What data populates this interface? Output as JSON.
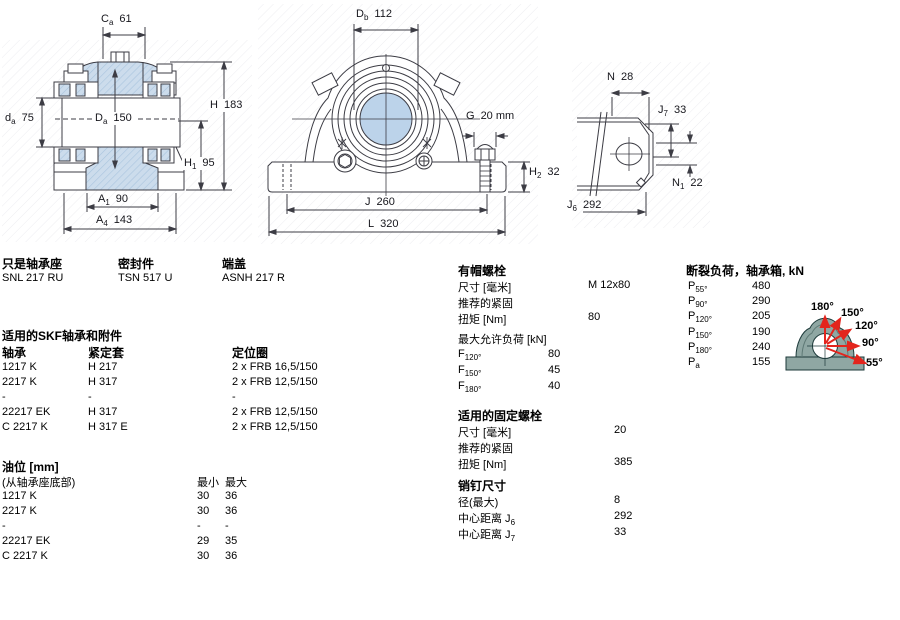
{
  "colors": {
    "hatch_blue": "#ccdcec",
    "hatch_blue_line": "#a9c4de",
    "drawing_line": "#3c3c44",
    "bore_blue": "#bcd3ea",
    "housing_teal": "#8fa7a3",
    "arrow_red": "#e3251d"
  },
  "drawings": {
    "side_view": {
      "dims": {
        "Ca": {
          "main": "C",
          "sub": "a",
          "value": "61"
        },
        "da": {
          "main": "d",
          "sub": "a",
          "value": "75"
        },
        "Da": {
          "main": "D",
          "sub": "a",
          "value": "150"
        },
        "H": {
          "main": "H",
          "sub": "",
          "value": "183"
        },
        "H1": {
          "main": "H",
          "sub": "1",
          "value": "95"
        },
        "A1": {
          "main": "A",
          "sub": "1",
          "value": "90"
        },
        "A4": {
          "main": "A",
          "sub": "4",
          "value": "143"
        }
      }
    },
    "front_view": {
      "dims": {
        "Db": {
          "main": "D",
          "sub": "b",
          "value": "112"
        },
        "G": {
          "main": "G",
          "sub": "",
          "value": "20 mm"
        },
        "H2": {
          "main": "H",
          "sub": "2",
          "value": "32"
        },
        "J": {
          "main": "J",
          "sub": "",
          "value": "260"
        },
        "L": {
          "main": "L",
          "sub": "",
          "value": "320"
        }
      }
    },
    "base_detail": {
      "dims": {
        "N": {
          "main": "N",
          "sub": "",
          "value": "28"
        },
        "J7": {
          "main": "J",
          "sub": "7",
          "value": "33"
        },
        "N1": {
          "main": "N",
          "sub": "1",
          "value": "22"
        },
        "J6": {
          "main": "J",
          "sub": "6",
          "value": "292"
        }
      }
    }
  },
  "products": {
    "housing": {
      "label": "只是轴承座",
      "value": "SNL 217 RU"
    },
    "seal": {
      "label": "密封件",
      "value": "TSN 517 U"
    },
    "end_cover": {
      "label": "端盖",
      "value": "ASNH 217 R"
    }
  },
  "bearing_table": {
    "title": "适用的SKF轴承和附件",
    "headers": {
      "bearing": "轴承",
      "sleeve": "紧定套",
      "ring": "定位圈"
    },
    "rows": [
      {
        "bearing": "1217 K",
        "sleeve": "H 217",
        "ring": "2 x FRB 16,5/150"
      },
      {
        "bearing": "2217 K",
        "sleeve": "H 317",
        "ring": "2 x FRB 12,5/150"
      },
      {
        "bearing": "-",
        "sleeve": "-",
        "ring": "-"
      },
      {
        "bearing": "22217 EK",
        "sleeve": "H 317",
        "ring": "2 x FRB 12,5/150"
      },
      {
        "bearing": "C 2217 K",
        "sleeve": "H 317 E",
        "ring": "2 x FRB 12,5/150"
      }
    ]
  },
  "oil_table": {
    "title": "油位 [mm]",
    "subtitle": "(从轴承座底部)",
    "headers": {
      "min": "最小",
      "max": "最大"
    },
    "rows": [
      {
        "label": "1217 K",
        "min": "30",
        "max": "36"
      },
      {
        "label": "2217 K",
        "min": "30",
        "max": "36"
      },
      {
        "label": "-",
        "min": "-",
        "max": "-"
      },
      {
        "label": "22217 EK",
        "min": "29",
        "max": "35"
      },
      {
        "label": "C 2217 K",
        "min": "30",
        "max": "36"
      }
    ]
  },
  "cap_bolts": {
    "title": "有帽螺栓",
    "rows": [
      {
        "label": "尺寸 [毫米]",
        "value": "M 12x80"
      },
      {
        "label": "推荐的紧固",
        "value": ""
      },
      {
        "label": "扭矩 [Nm]",
        "value": "80"
      }
    ]
  },
  "max_load": {
    "title": "最大允许负荷 [kN]",
    "rows": [
      {
        "main": "F",
        "sub": "120°",
        "value": "80"
      },
      {
        "main": "F",
        "sub": "150°",
        "value": "45"
      },
      {
        "main": "F",
        "sub": "180°",
        "value": "40"
      }
    ]
  },
  "attach_bolts": {
    "title": "适用的固定螺栓",
    "rows": [
      {
        "label": "尺寸 [毫米]",
        "value": "20"
      },
      {
        "label": "推荐的紧固",
        "value": ""
      },
      {
        "label": "扭矩 [Nm]",
        "value": "385"
      }
    ]
  },
  "pins": {
    "title": "销钉尺寸",
    "rows": [
      {
        "label": "径(最大)",
        "sub": "",
        "value": "8"
      },
      {
        "label": "中心距离 J",
        "sub": "6",
        "value": "292"
      },
      {
        "label": "中心距离 J",
        "sub": "7",
        "value": "33"
      }
    ]
  },
  "breaking_loads": {
    "title": "断裂负荷，轴承箱, kN",
    "rows": [
      {
        "main": "P",
        "sub": "55°",
        "value": "480"
      },
      {
        "main": "P",
        "sub": "90°",
        "value": "290"
      },
      {
        "main": "P",
        "sub": "120°",
        "value": "205"
      },
      {
        "main": "P",
        "sub": "150°",
        "value": "190"
      },
      {
        "main": "P",
        "sub": "180°",
        "value": "240"
      },
      {
        "main": "P",
        "sub": "a",
        "value": "155"
      }
    ],
    "angle_labels": [
      "180°",
      "150°",
      "120°",
      "90°",
      "55°"
    ]
  }
}
